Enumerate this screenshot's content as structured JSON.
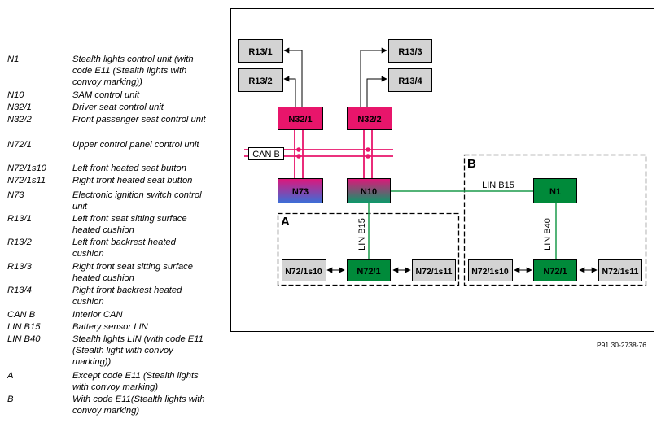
{
  "legend": [
    {
      "code": "N1",
      "desc": "Stealth lights control unit (with code E11 (Stealth lights with convoy marking))"
    },
    {
      "code": "N10",
      "desc": "SAM control unit"
    },
    {
      "code": "N32/1",
      "desc": "Driver seat control unit"
    },
    {
      "code": "N32/2",
      "desc": "Front passenger seat control unit"
    },
    {
      "code": "N72/1",
      "desc": "Upper control panel control unit"
    },
    {
      "code": "N72/1s10",
      "desc": "Left front heated seat button"
    },
    {
      "code": "N72/1s11",
      "desc": "Right front heated seat button"
    },
    {
      "code": "N73",
      "desc": "Electronic ignition switch control unit"
    },
    {
      "code": "R13/1",
      "desc": "Left front seat sitting surface heated cushion"
    },
    {
      "code": "R13/2",
      "desc": "Left front backrest heated cushion"
    },
    {
      "code": "R13/3",
      "desc": "Right front seat sitting surface heated cushion"
    },
    {
      "code": "R13/4",
      "desc": "Right front backrest heated cushion"
    },
    {
      "code": "CAN B",
      "desc": "Interior CAN"
    },
    {
      "code": "LIN B15",
      "desc": "Battery sensor LIN"
    },
    {
      "code": "LIN B40",
      "desc": "Stealth lights LIN (with code E11 (Stealth light with convoy marking))"
    },
    {
      "code": "A",
      "desc": "Except code E11 (Stealth lights with convoy marking)"
    },
    {
      "code": "B",
      "desc": "With code E11(Stealth lights with convoy marking)"
    }
  ],
  "diagram": {
    "boxes": {
      "r13_1": "R13/1",
      "r13_2": "R13/2",
      "r13_3": "R13/3",
      "r13_4": "R13/4",
      "n32_1": "N32/1",
      "n32_2": "N32/2",
      "n73": "N73",
      "n10": "N10",
      "n1": "N1",
      "a_s10": "N72/1s10",
      "a_n72": "N72/1",
      "a_s11": "N72/1s11",
      "b_s10": "N72/1s10",
      "b_n72": "N72/1",
      "b_s11": "N72/1s11"
    },
    "can_label": "CAN B",
    "lin_b15_h": "LIN B15",
    "lin_b15_v": "LIN B15",
    "lin_b40_v": "LIN B40",
    "group_a": "A",
    "group_b": "B"
  },
  "footer_ref": "P91.30-2738-76",
  "colors": {
    "pink": "#e8156b",
    "green": "#008a3a",
    "grey": "#d3d3d3",
    "can": "#e8156b",
    "lin": "#1a9a4a"
  }
}
